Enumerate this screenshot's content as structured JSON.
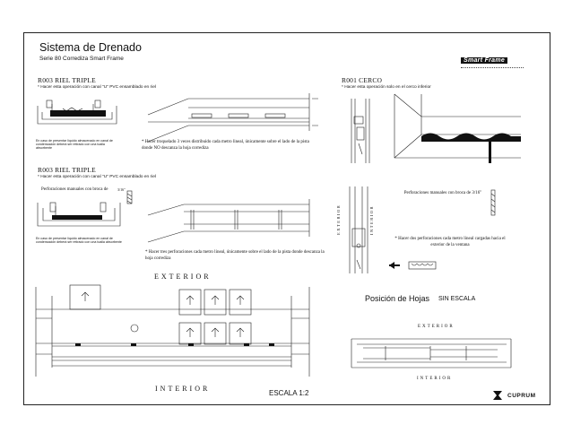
{
  "header": {
    "title": "Sistema de Drenado",
    "subtitle": "Serie 80 Corrediza Smart Frame",
    "brand": "Smart Frame"
  },
  "sections": {
    "r003_a": {
      "title": "R003 RIEL TRIPLE",
      "note": "* Hacer esta operación con canal \"U\" PVC ensamblado en riel",
      "side_note": "En caso de presentar líquido almacenado en canal de condensación deberá ser retirado con una toalla absorbente",
      "desc": "* Hacer troquelado 3 veces distribuido cada metro lineal, únicamente sobre el lado de la pista donde NO descanza la hoja corrediza"
    },
    "r003_b": {
      "title": "R003 RIEL TRIPLE",
      "note": "* Hacer esta operación con canal \"U\" PVC ensamblado en riel",
      "perforaciones": "Perforaciones manuales con broca de",
      "fraction": "3/16\"",
      "side_note": "En caso de presentar líquido almacenado en canal de condensación deberá ser retirado con una toalla absorbente",
      "desc": "* Hacer tres perforaciones cada metro lineal, únicamente sobre el lado de la pista donde descanza la hoja corrediza"
    },
    "r001": {
      "title": "R001 CERCO",
      "note": "* Hacer esta operación solo en el cerco inferior",
      "perforaciones": "Perforaciones manuales con broca de 3/16\"",
      "desc": "* Hacer dos perforaciones cada metro lineal cargadas hacia el exterior de la ventana",
      "vert_exterior": "EXTERIOR",
      "vert_interior": "INTERIOR"
    },
    "plan": {
      "exterior": "EXTERIOR",
      "interior": "INTERIOR",
      "scale": "ESCALA 1:2"
    },
    "hojas": {
      "title": "Posición de Hojas",
      "no_scale": "SIN ESCALA",
      "exterior": "EXTERIOR",
      "interior": "INTERIOR"
    }
  },
  "footer": {
    "logo": "CUPRUM"
  }
}
